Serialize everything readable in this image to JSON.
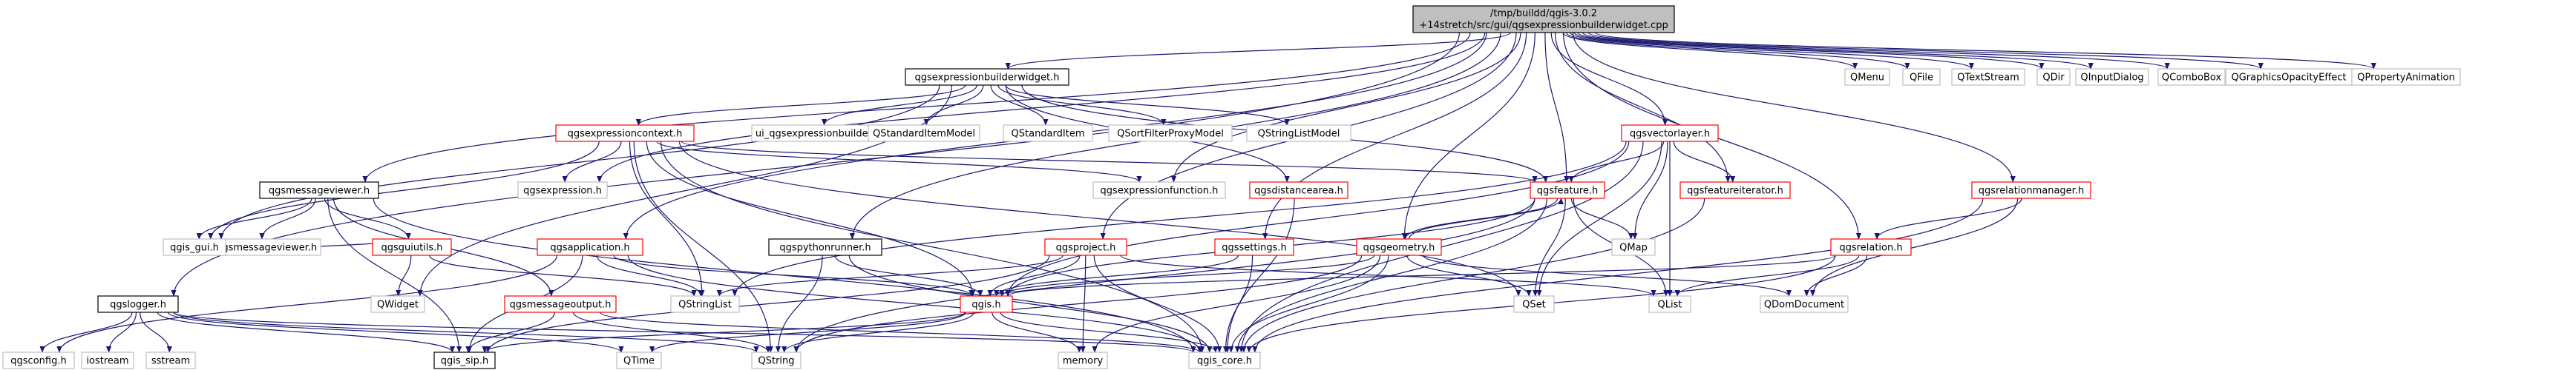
{
  "colors": {
    "root_fill": "#bfbfbf",
    "border_black": "#000000",
    "border_red": "#ff0000",
    "border_gray": "#bfbfbf",
    "edge": "#191970",
    "text": "#000000"
  },
  "nodes": {
    "root": {
      "line1": "/tmp/buildd/qgis-3.0.2",
      "line2": "+14stretch/src/gui/qgsexpressionbuilderwidget.cpp"
    },
    "qgsexpressionbuilderwidget_h": "qgsexpressionbuilderwidget.h",
    "qgslogger_h": "qgslogger.h",
    "qgsmessageviewer_h": "qgsmessageviewer.h",
    "qgsapplication_h": "qgsapplication.h",
    "qgspythonrunner_h": "qgspythonrunner.h",
    "qgsexpressioncontext_h": "qgsexpressioncontext.h",
    "ui_qgsexpressionbuilder_h": "ui_qgsexpressionbuilder.h",
    "QStandardItemModel": "QStandardItemModel",
    "QStandardItem": "QStandardItem",
    "QSortFilterProxyModel": "QSortFilterProxyModel",
    "QStringListModel": "QStringListModel",
    "qgsexpression_h": "qgsexpression.h",
    "qgsexpressionfunction_h": "qgsexpressionfunction.h",
    "qgsdistancearea_h": "qgsdistancearea.h",
    "qgsvectorlayer_h": "qgsvectorlayer.h",
    "qgsfeature_h": "qgsfeature.h",
    "qgsfeatureiterator_h": "qgsfeatureiterator.h",
    "qgsrelationmanager_h": "qgsrelationmanager.h",
    "qgsrelation_h": "qgsrelation.h",
    "qgsproject_h": "qgsproject.h",
    "qgssettings_h": "qgssettings.h",
    "qgsgeometry_h": "qgsgeometry.h",
    "qgsguiutils_h": "qgsguiutils.h",
    "ui_qgsmessageviewer_h": "ui_qgsmessageviewer.h",
    "qgsmessageoutput_h": "qgsmessageoutput.h",
    "qgis_gui_h": "qgis_gui.h",
    "QWidget": "QWidget",
    "qgis_h": "qgis.h",
    "QStringList": "QStringList",
    "QMap": "QMap",
    "QSet": "QSet",
    "QList": "QList",
    "QDomDocument": "QDomDocument",
    "qgsconfig_h": "qgsconfig.h",
    "iostream": "iostream",
    "sstream": "sstream",
    "qgis_sip_h": "qgis_sip.h",
    "QTime": "QTime",
    "QString": "QString",
    "memory": "memory",
    "qgis_core_h": "qgis_core.h",
    "QMenu": "QMenu",
    "QFile": "QFile",
    "QTextStream": "QTextStream",
    "QDir": "QDir",
    "QInputDialog": "QInputDialog",
    "QComboBox": "QComboBox",
    "QGraphicsOpacityEffect": "QGraphicsOpacityEffect",
    "QPropertyAnimation": "QPropertyAnimation"
  }
}
